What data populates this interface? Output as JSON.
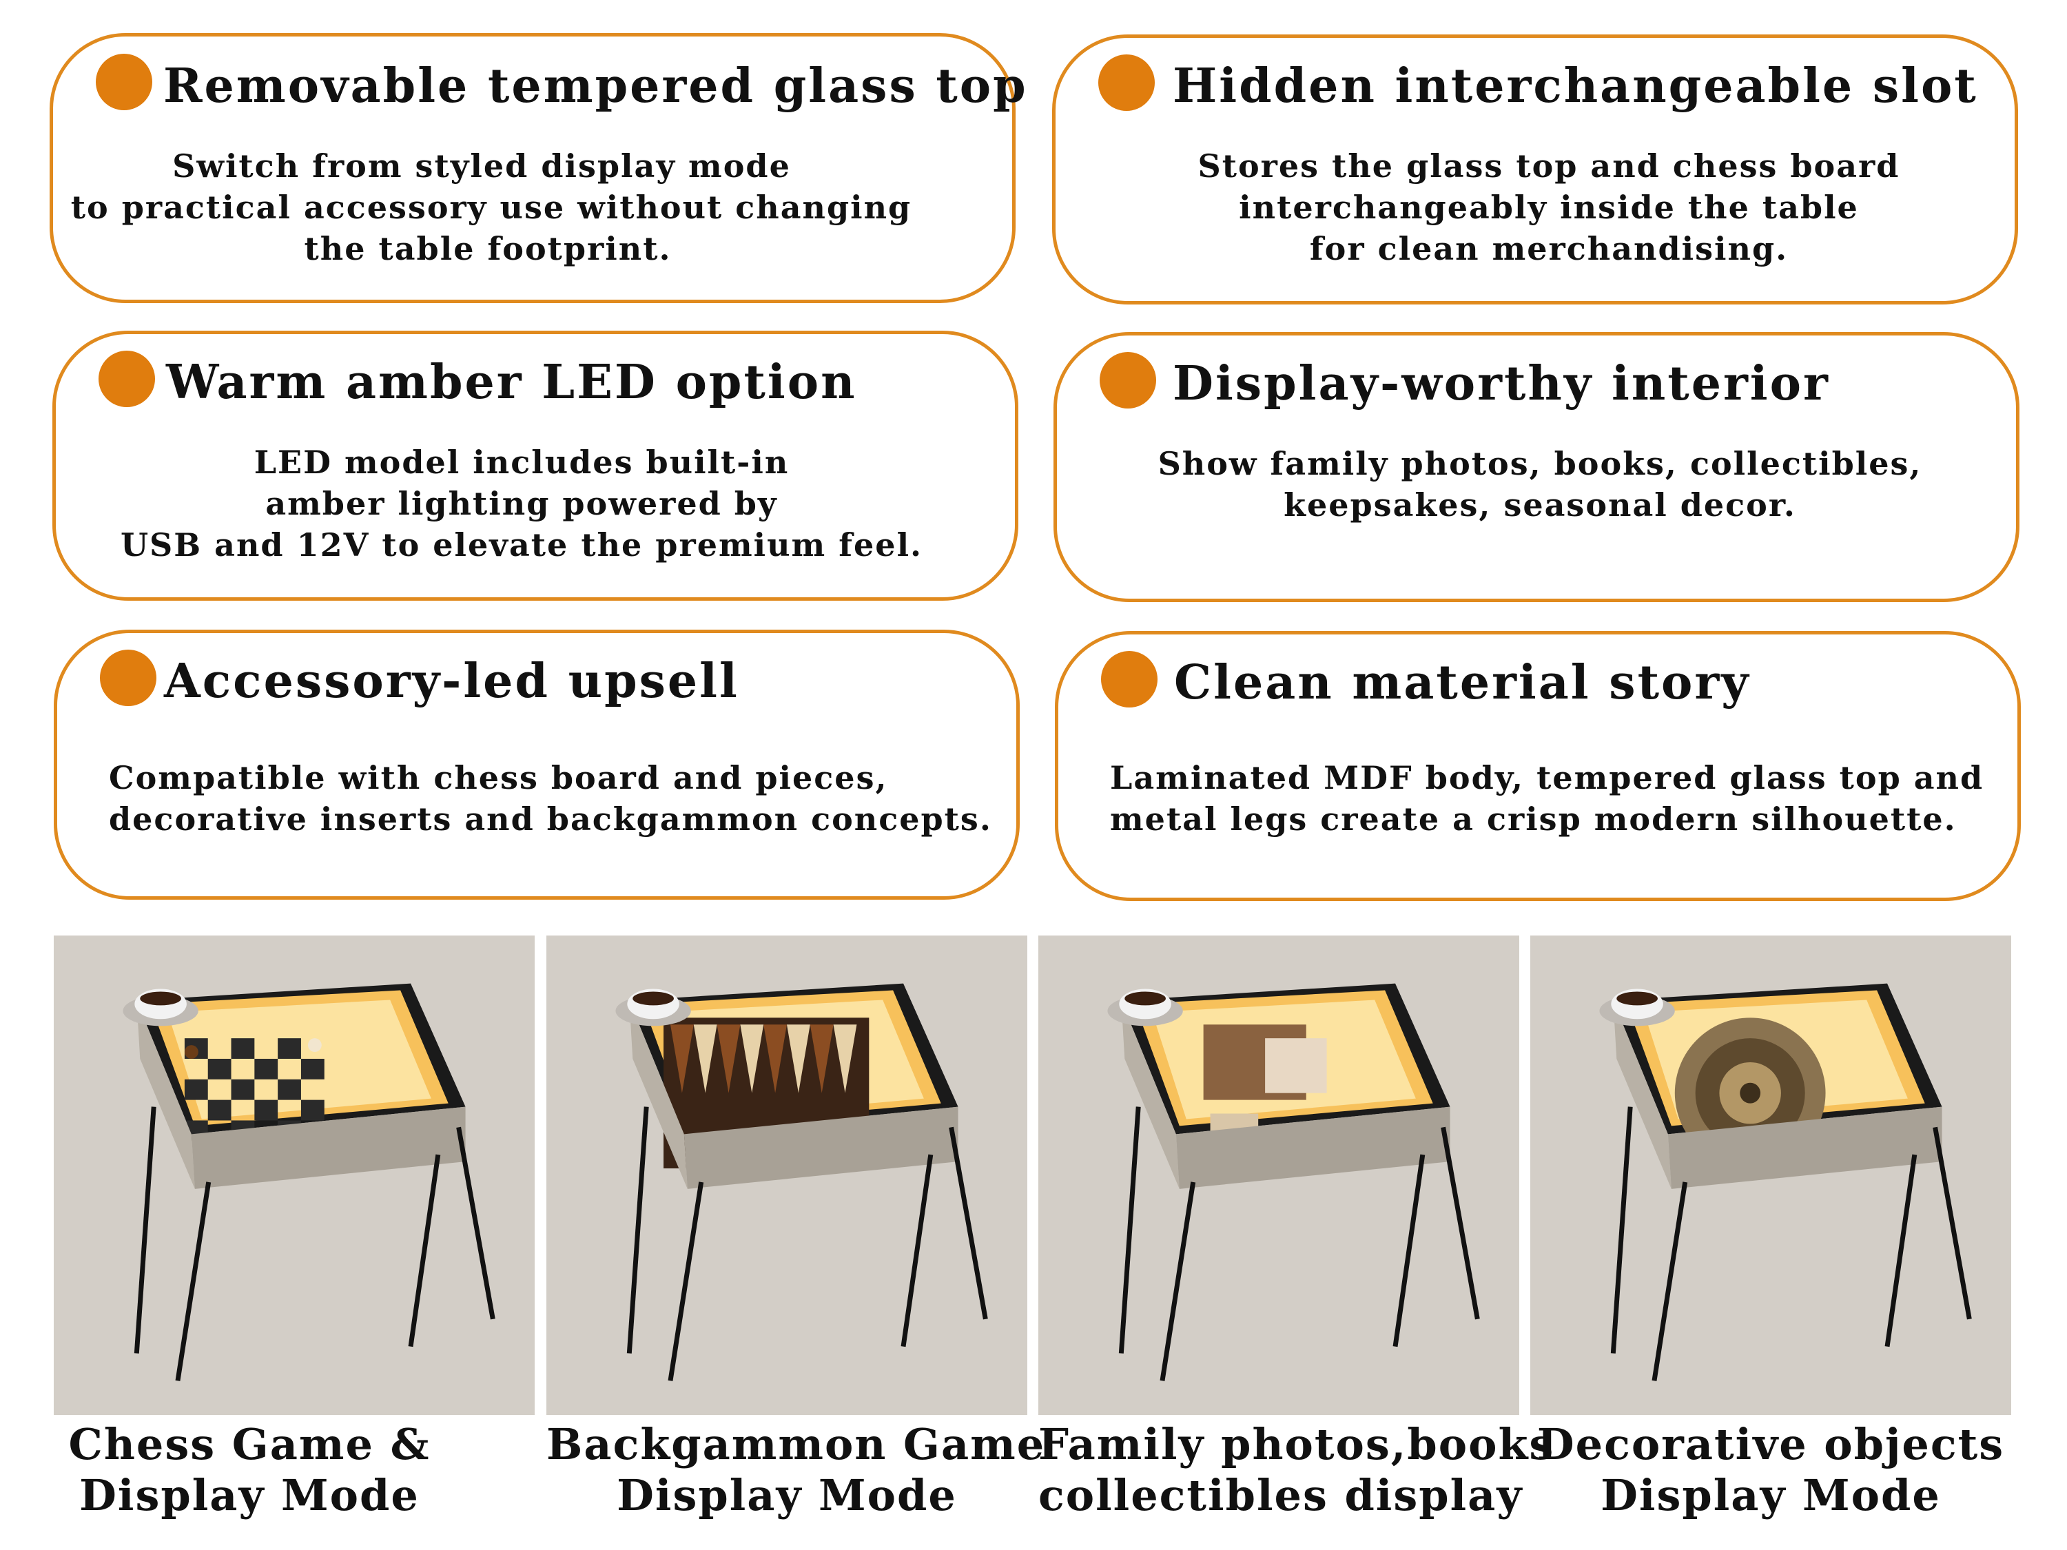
{
  "accent_color": "#E08A1E",
  "features": [
    {
      "title": "Removable tempered glass top",
      "lines": [
        "Switch from styled display mode",
        "to practical accessory use without changing",
        "the table footprint."
      ]
    },
    {
      "title": "Hidden interchangeable slot",
      "lines": [
        "Stores the glass top and chess board",
        "interchangeably inside the table",
        "for clean merchandising."
      ]
    },
    {
      "title": "Warm amber LED option",
      "lines": [
        "LED model includes built-in",
        "amber lighting powered by",
        "USB and 12V to elevate the premium feel."
      ]
    },
    {
      "title": "Display-worthy interior",
      "lines": [
        "Show family photos, books, collectibles,",
        "keepsakes, seasonal decor."
      ]
    },
    {
      "title": "Accessory-led upsell",
      "lines": [
        "Compatible with chess board and pieces,",
        "decorative inserts and backgammon concepts."
      ]
    },
    {
      "title": "Clean material story",
      "lines": [
        "Laminated MDF body, tempered glass top and",
        "metal legs create a crisp modern silhouette."
      ]
    }
  ],
  "modes": [
    {
      "line1": "Chess Game &",
      "line2": "Display Mode",
      "insert": "chess"
    },
    {
      "line1": "Backgammon Game",
      "line2": "Display Mode",
      "insert": "backgammon"
    },
    {
      "line1": "Family photos,books",
      "line2": "collectibles display",
      "insert": "photos"
    },
    {
      "line1": "Decorative objects",
      "line2": "Display Mode",
      "insert": "decor"
    }
  ]
}
